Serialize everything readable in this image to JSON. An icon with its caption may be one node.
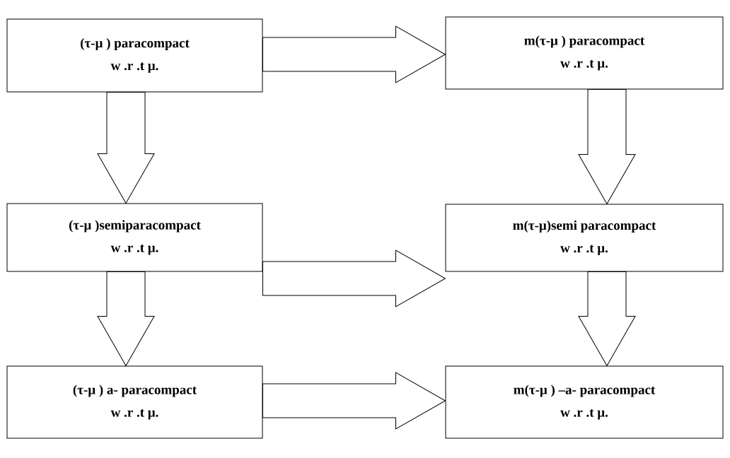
{
  "diagram": {
    "nodes": [
      {
        "text": [
          "(τ-μ ) paracompact",
          "w .r .t μ."
        ]
      },
      {
        "text": [
          "m(τ-μ ) paracompact",
          "w .r .t μ."
        ]
      },
      {
        "text": [
          "(τ-μ )semiparacompact",
          "w .r .t μ."
        ]
      },
      {
        "text": [
          "m(τ-μ)semi paracompact",
          "w .r .t μ."
        ]
      },
      {
        "text": [
          "(τ-μ ) a- paracompact",
          "w .r .t μ."
        ]
      },
      {
        "text": [
          "m(τ-μ ) –a- paracompact",
          "w .r .t μ."
        ]
      }
    ],
    "edges": [
      {
        "from": 0,
        "to": 1,
        "arrow": "to"
      },
      {
        "from": 0,
        "to": 2,
        "arrow": "to"
      },
      {
        "from": 1,
        "to": 3,
        "arrow": "to"
      },
      {
        "from": 2,
        "to": 3,
        "arrow": "to"
      },
      {
        "from": 2,
        "to": 4,
        "arrow": "to"
      },
      {
        "from": 3,
        "to": 5,
        "arrow": "to"
      },
      {
        "from": 4,
        "to": 5,
        "arrow": "to"
      }
    ]
  }
}
